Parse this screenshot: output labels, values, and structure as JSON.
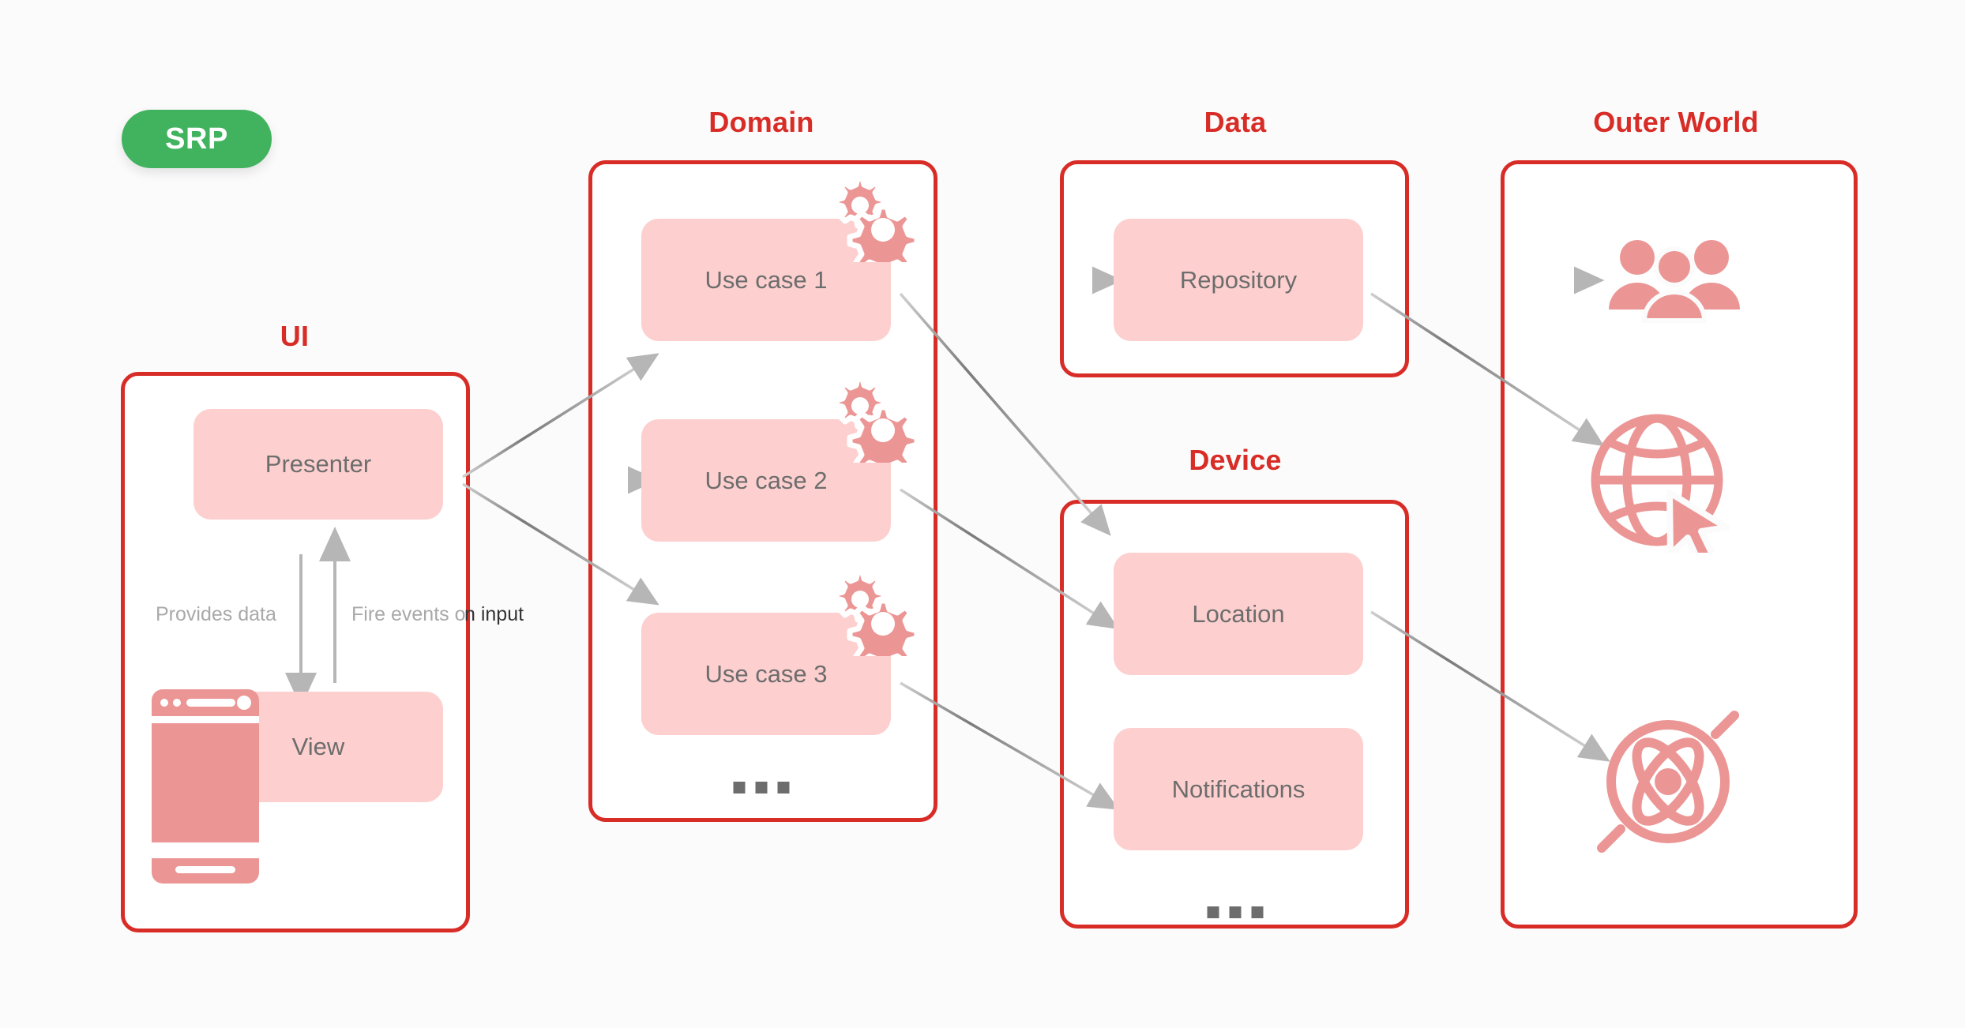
{
  "badge": {
    "label": "SRP",
    "color": "#41b35f"
  },
  "palette": {
    "accent_red": "#d82c27",
    "box_pink": "#fdcfcf",
    "icon_pink": "#eb9695",
    "arrow_gray": "#a9a9a9",
    "text_gray": "#6d6d6d",
    "background": "#fbfbfb"
  },
  "columns": [
    {
      "id": "ui",
      "title": "UI"
    },
    {
      "id": "domain",
      "title": "Domain"
    },
    {
      "id": "data",
      "title": "Data"
    },
    {
      "id": "device",
      "title": "Device"
    },
    {
      "id": "outer_world",
      "title": "Outer World"
    }
  ],
  "ui": {
    "title": "UI",
    "presenter": "Presenter",
    "view": "View",
    "edge_provides": "Provides data",
    "edge_fire_light": "Fire events o",
    "edge_fire_dark": "n input",
    "edge_fire_full": "Fire events on input",
    "phone_icon": "mobile-phone-icon"
  },
  "domain": {
    "title": "Domain",
    "use_cases": [
      {
        "label": "Use case 1",
        "icon": "gears-icon"
      },
      {
        "label": "Use case 2",
        "icon": "gears-icon"
      },
      {
        "label": "Use case 3",
        "icon": "gears-icon"
      }
    ],
    "more": "..."
  },
  "data": {
    "title": "Data",
    "items": [
      {
        "label": "Repository"
      }
    ]
  },
  "device": {
    "title": "Device",
    "items": [
      {
        "label": "Location"
      },
      {
        "label": "Notifications"
      }
    ],
    "more": "..."
  },
  "outer_world": {
    "title": "Outer World",
    "icons": [
      {
        "name": "users-group-icon"
      },
      {
        "name": "globe-cursor-icon"
      },
      {
        "name": "atom-network-icon"
      }
    ]
  },
  "chart_data": {
    "type": "diagram",
    "title": "Clean architecture layer diagram",
    "nodes": [
      {
        "id": "presenter",
        "label": "Presenter",
        "layer": "UI"
      },
      {
        "id": "view",
        "label": "View",
        "layer": "UI"
      },
      {
        "id": "usecase1",
        "label": "Use case 1",
        "layer": "Domain"
      },
      {
        "id": "usecase2",
        "label": "Use case 2",
        "layer": "Domain"
      },
      {
        "id": "usecase3",
        "label": "Use case 3",
        "layer": "Domain"
      },
      {
        "id": "repository",
        "label": "Repository",
        "layer": "Data"
      },
      {
        "id": "location",
        "label": "Location",
        "layer": "Device"
      },
      {
        "id": "notifications",
        "label": "Notifications",
        "layer": "Device"
      },
      {
        "id": "users",
        "label": "",
        "layer": "Outer World"
      },
      {
        "id": "web",
        "label": "",
        "layer": "Outer World"
      },
      {
        "id": "sensors",
        "label": "",
        "layer": "Outer World"
      }
    ],
    "edges": [
      {
        "from": "presenter",
        "to": "view",
        "label": "Provides data"
      },
      {
        "from": "view",
        "to": "presenter",
        "label": "Fire events on input"
      },
      {
        "from": "presenter",
        "to": "usecase1",
        "label": ""
      },
      {
        "from": "presenter",
        "to": "usecase2",
        "label": ""
      },
      {
        "from": "presenter",
        "to": "usecase3",
        "label": ""
      },
      {
        "from": "usecase1",
        "to": "repository",
        "label": ""
      },
      {
        "from": "usecase1",
        "to": "location",
        "label": ""
      },
      {
        "from": "usecase2",
        "to": "location",
        "label": ""
      },
      {
        "from": "usecase3",
        "to": "notifications",
        "label": ""
      },
      {
        "from": "repository",
        "to": "users",
        "label": ""
      },
      {
        "from": "repository",
        "to": "web",
        "label": ""
      },
      {
        "from": "location",
        "to": "sensors",
        "label": ""
      }
    ]
  }
}
